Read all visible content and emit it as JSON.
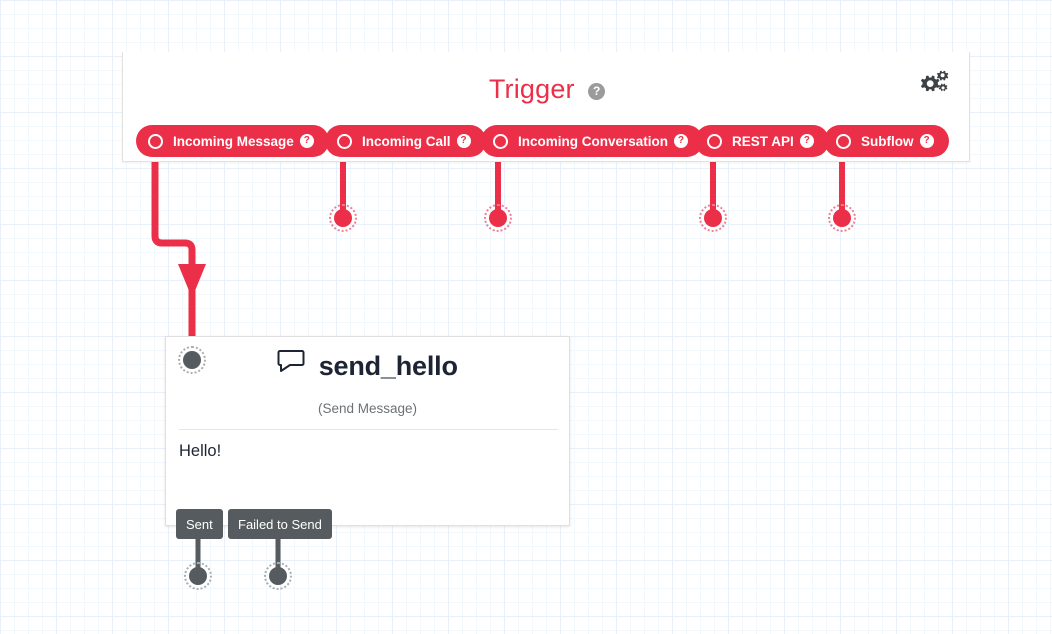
{
  "canvas": {
    "background_color": "#ffffff",
    "grid_color": "#e8f1fb",
    "accent_color": "#ec2f48",
    "node_port_color": "#555b5e"
  },
  "trigger_panel": {
    "title": "Trigger",
    "help_glyph": "?",
    "settings_icon": "gears-icon",
    "triggers": [
      {
        "label": "Incoming Message",
        "help_glyph": "?",
        "port": "trigger-port-incoming-message",
        "connected": true
      },
      {
        "label": "Incoming Call",
        "help_glyph": "?",
        "port": "trigger-port-incoming-call",
        "connected": false
      },
      {
        "label": "Incoming Conversation",
        "help_glyph": "?",
        "port": "trigger-port-incoming-conversation",
        "connected": false
      },
      {
        "label": "REST API",
        "help_glyph": "?",
        "port": "trigger-port-rest-api",
        "connected": false
      },
      {
        "label": "Subflow",
        "help_glyph": "?",
        "port": "trigger-port-subflow",
        "connected": false
      }
    ]
  },
  "node": {
    "icon": "speech-bubble-icon",
    "title": "send_hello",
    "subtitle": "(Send Message)",
    "body_text": "Hello!",
    "input_port_name": "node-input-port",
    "outputs": [
      {
        "label": "Sent",
        "port": "node-output-port-sent"
      },
      {
        "label": "Failed to Send",
        "port": "node-output-port-failed-to-send"
      }
    ]
  },
  "connections": [
    {
      "from": "Incoming Message",
      "to": "send_hello",
      "arrow": true
    }
  ]
}
